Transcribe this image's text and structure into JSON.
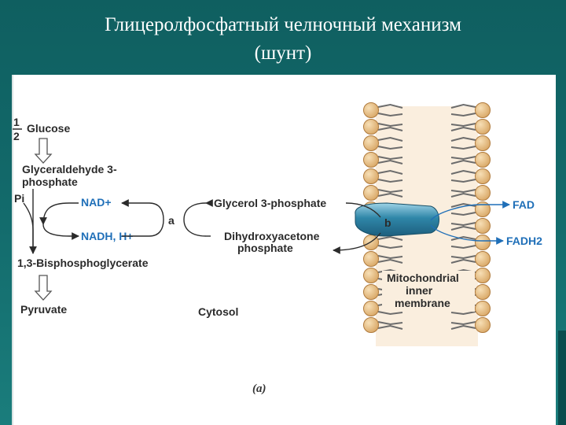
{
  "slide": {
    "title_line1": "Глицеролфосфатный челночный механизм",
    "title_line2": "(шунт)"
  },
  "diagram": {
    "step_half_num": "1",
    "step_half_den": "2",
    "glucose": "Glucose",
    "g3p_line1": "Glyceraldehyde 3-",
    "g3p_line2": "phosphate",
    "pi": "Pi",
    "nad_plus": "NAD+",
    "nadh": "NADH, H+",
    "bpg": "1,3-Bisphosphoglycerate",
    "pyruvate": "Pyruvate",
    "enzyme_a": "a",
    "glycerol3p": "Glycerol 3-phosphate",
    "dhap_line1": "Dihydroxyacetone",
    "dhap_line2": "phosphate",
    "enzyme_b": "b",
    "fad": "FAD",
    "fadh2": "FADH2",
    "membrane_line1": "Mitochondrial",
    "membrane_line2": "inner",
    "membrane_line3": "membrane",
    "cytosol": "Cytosol",
    "caption": "(a)"
  }
}
